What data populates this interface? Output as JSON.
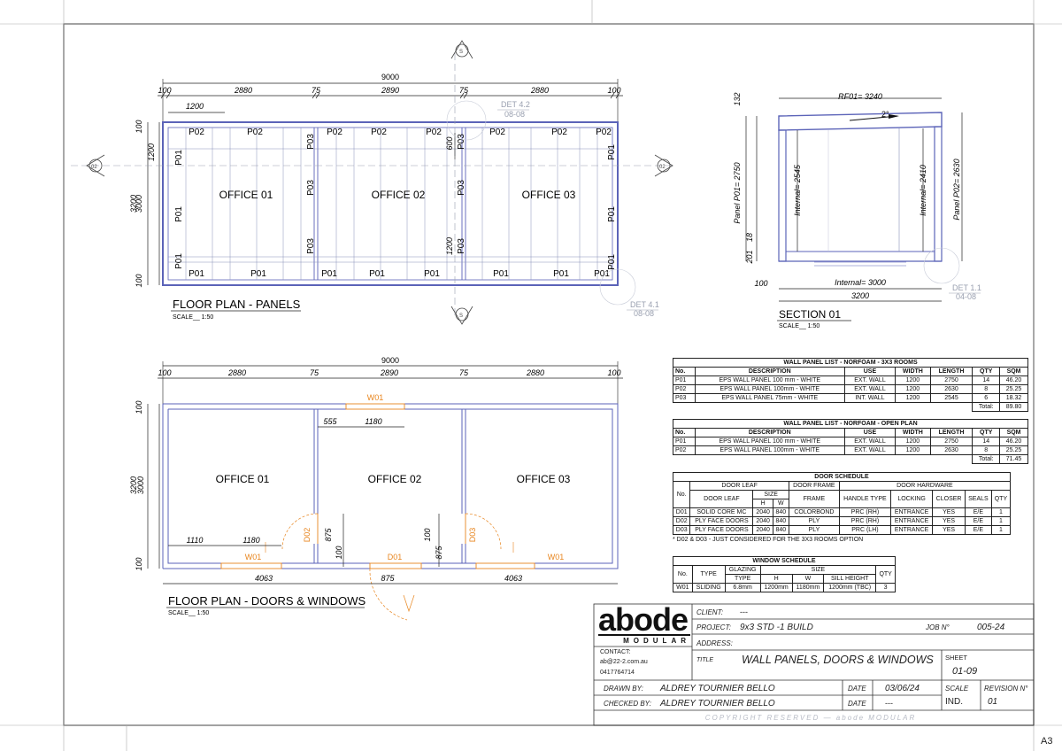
{
  "sheet_size": "A3",
  "plan_panels": {
    "title": "FLOOR PLAN - PANELS",
    "scale": "SCALE__ 1:50",
    "overall": "9000",
    "top_dims": [
      "100",
      "2880",
      "75",
      "2890",
      "75",
      "2880",
      "100"
    ],
    "sub_dim": "1200",
    "left_dims": [
      "100",
      "1200",
      "3200",
      "3000",
      "100"
    ],
    "inner_dims": [
      "600",
      "1200"
    ],
    "rooms": [
      "OFFICE 01",
      "OFFICE 02",
      "OFFICE 03"
    ],
    "top_panels": [
      "P02",
      "P02",
      "P02",
      "P02",
      "P02",
      "P02",
      "P02",
      "P02"
    ],
    "bottom_panels": [
      "P01",
      "P01",
      "P01",
      "P01",
      "P01",
      "P01",
      "P01",
      "P01"
    ],
    "side_panels": [
      "P01",
      "P01",
      "P01",
      "P01",
      "P01",
      "P01"
    ],
    "internal_panels": [
      "P03",
      "P03",
      "P03",
      "P03",
      "P03",
      "P03"
    ],
    "det_top": "DET 4.2",
    "det_top_ref": "08-08",
    "det_bottom": "DET 4.1",
    "det_bottom_ref": "08-08",
    "section_mark": "S",
    "section_num": "02"
  },
  "section": {
    "title": "SECTION 01",
    "scale": "SCALE__ 1:50",
    "rf": "RF01= 3240",
    "pitch": "2°",
    "panel_left": "Panel P01= 2750",
    "internal_left": "Internal= 2545",
    "internal_right": "Internal= 2410",
    "panel_right": "Panel P02= 2630",
    "dim_top_left": "132",
    "dim_bl1": "18",
    "dim_bl2": "201",
    "bottom_100": "100",
    "internal_width": "Internal= 3000",
    "overall_width": "3200",
    "det": "DET 1.1",
    "det_ref": "04-08"
  },
  "plan_doors": {
    "title": "FLOOR PLAN - DOORS & WINDOWS",
    "scale": "SCALE__ 1:50",
    "overall": "9000",
    "top_dims": [
      "100",
      "2880",
      "75",
      "2890",
      "75",
      "2880",
      "100"
    ],
    "left_dims": [
      "100",
      "3200",
      "3000",
      "100"
    ],
    "rooms": [
      "OFFICE 01",
      "OFFICE 02",
      "OFFICE 03"
    ],
    "w_top": "W01",
    "w_top_dims": [
      "555",
      "1180"
    ],
    "w_left": "W01",
    "w_left_dims": [
      "1110",
      "1180"
    ],
    "w_right": "W01",
    "doors": [
      "D02",
      "D01",
      "D03"
    ],
    "door_dims": [
      "875",
      "100",
      "100",
      "875"
    ],
    "bottom_dims": [
      "4063",
      "875",
      "4063"
    ]
  },
  "wall_panel_list_3x3": {
    "title": "WALL PANEL LIST - NORFOAM - 3X3 ROOMS",
    "headers": [
      "No.",
      "DESCRIPTION",
      "USE",
      "WIDTH",
      "LENGTH",
      "QTY",
      "SQM"
    ],
    "rows": [
      [
        "P01",
        "EPS WALL PANEL 100 mm - WHITE",
        "EXT. WALL",
        "1200",
        "2750",
        "14",
        "46.20"
      ],
      [
        "P02",
        "EPS WALL PANEL 100mm - WHITE",
        "EXT. WALL",
        "1200",
        "2630",
        "8",
        "25.25"
      ],
      [
        "P03",
        "EPS WALL PANEL 75mm - WHITE",
        "INT. WALL",
        "1200",
        "2545",
        "6",
        "18.32"
      ]
    ],
    "total_label": "Total:",
    "total": "89.80"
  },
  "wall_panel_list_open": {
    "title": "WALL PANEL LIST - NORFOAM - OPEN PLAN",
    "headers": [
      "No.",
      "DESCRIPTION",
      "USE",
      "WIDTH",
      "LENGTH",
      "QTY",
      "SQM"
    ],
    "rows": [
      [
        "P01",
        "EPS WALL PANEL 100 mm - WHITE",
        "EXT. WALL",
        "1200",
        "2750",
        "14",
        "46.20"
      ],
      [
        "P02",
        "EPS WALL PANEL 100mm - WHITE",
        "EXT. WALL",
        "1200",
        "2630",
        "8",
        "25.25"
      ]
    ],
    "total_label": "Total:",
    "total": "71.45"
  },
  "door_schedule": {
    "title": "DOOR SCHEDULE",
    "group_leaf": "DOOR LEAF",
    "group_frame": "DOOR FRAME",
    "group_hw": "DOOR HARDWARE",
    "h_no": "No.",
    "h_leaf": "DOOR LEAF",
    "h_size": "SIZE",
    "h_h": "H",
    "h_w": "W",
    "h_frame": "FRAME",
    "h_handle": "HANDLE TYPE",
    "h_locking": "LOCKING",
    "h_closer": "CLOSER",
    "h_seals": "SEALS",
    "h_qty": "QTY",
    "rows": [
      [
        "D01",
        "SOLID CORE MC",
        "2040",
        "840",
        "COLORBOND",
        "PRC (RH)",
        "ENTRANCE",
        "YES",
        "E/E",
        "1"
      ],
      [
        "D02",
        "PLY FACE DOORS",
        "2040",
        "840",
        "PLY",
        "PRC (RH)",
        "ENTRANCE",
        "YES",
        "E/E",
        "1"
      ],
      [
        "D03",
        "PLY FACE DOORS",
        "2040",
        "840",
        "PLY",
        "PRC (LH)",
        "ENTRANCE",
        "YES",
        "E/E",
        "1"
      ]
    ],
    "note": "* D02 & D03 - JUST CONSIDERED FOR THE 3X3 ROOMS OPTION"
  },
  "window_schedule": {
    "title": "WINDOW SCHEDULE",
    "h_no": "No.",
    "h_type": "TYPE",
    "h_glazing": "GLAZING",
    "h_gtype": "TYPE",
    "h_size": "SIZE",
    "h_h": "H",
    "h_w": "W",
    "h_sill": "SILL HEIGHT",
    "h_qty": "QTY",
    "rows": [
      [
        "W01",
        "SLIDING",
        "6.8mm",
        "1200mm",
        "1180mm",
        "1200mm (TBC)",
        "3"
      ]
    ]
  },
  "title_block": {
    "logo_main": "abode",
    "logo_sub": "MODULAR",
    "contact_label": "CONTACT:",
    "email": "ab@22-2.com.au",
    "phone": "0417764714",
    "client_label": "CLIENT:",
    "client": "---",
    "project_label": "PROJECT:",
    "project": "9x3 STD -1 BUILD",
    "job_label": "JOB N°",
    "job": "005-24",
    "address_label": "ADDRESS:",
    "title_label": "TITLE",
    "title": "WALL PANELS, DOORS & WINDOWS",
    "sheet_label": "SHEET",
    "sheet": "01-09",
    "drawn_label": "DRAWN BY:",
    "drawn": "ALDREY TOURNIER BELLO",
    "checked_label": "CHECKED BY:",
    "checked": "ALDREY TOURNIER BELLO",
    "date_label": "DATE",
    "date": "03/06/24",
    "date2": "---",
    "scale_label": "SCALE",
    "scale": "IND.",
    "revision_label": "REVISION N°",
    "revision": "01",
    "copyright": "COPYRIGHT  RESERVED  —  abode  MODULAR"
  },
  "colors": {
    "wall": "#5b63b8",
    "opening": "#e8851e",
    "line": "#222222",
    "faded": "#9aa0b0"
  }
}
